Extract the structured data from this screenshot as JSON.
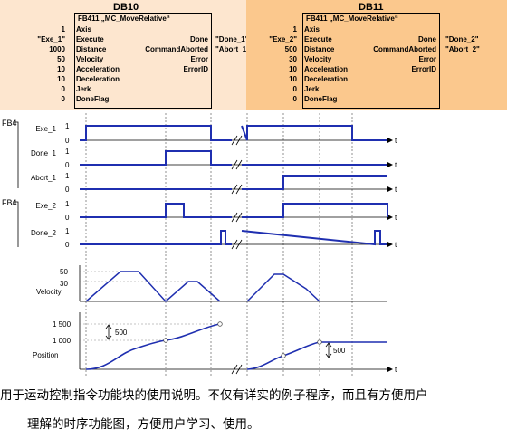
{
  "blocks": [
    {
      "title": "DB10",
      "fb_name": "FB411 „MC_MoveRelative“",
      "inputs": [
        {
          "value": "1",
          "pin": "Axis"
        },
        {
          "value": "\"Exe_1\"",
          "pin": "Execute"
        },
        {
          "value": "1000",
          "pin": "Distance"
        },
        {
          "value": "50",
          "pin": "Velocity"
        },
        {
          "value": "10",
          "pin": "Acceleration"
        },
        {
          "value": "10",
          "pin": "Deceleration"
        },
        {
          "value": "0",
          "pin": "Jerk"
        },
        {
          "value": "0",
          "pin": "DoneFlag"
        }
      ],
      "outputs": [
        {
          "pin": "Done",
          "value": "\"Done_1\""
        },
        {
          "pin": "CommandAborted",
          "value": "\"Abort_1\""
        },
        {
          "pin": "Error",
          "value": ""
        },
        {
          "pin": "ErrorID",
          "value": ""
        }
      ]
    },
    {
      "title": "DB11",
      "fb_name": "FB411 „MC_MoveRelative“",
      "inputs": [
        {
          "value": "1",
          "pin": "Axis"
        },
        {
          "value": "\"Exe_2\"",
          "pin": "Execute"
        },
        {
          "value": "500",
          "pin": "Distance"
        },
        {
          "value": "30",
          "pin": "Velocity"
        },
        {
          "value": "10",
          "pin": "Acceleration"
        },
        {
          "value": "10",
          "pin": "Deceleration"
        },
        {
          "value": "0",
          "pin": "Jerk"
        },
        {
          "value": "0",
          "pin": "DoneFlag"
        }
      ],
      "outputs": [
        {
          "pin": "Done",
          "value": "\"Done_2\""
        },
        {
          "pin": "CommandAborted",
          "value": "\"Abort_2\""
        },
        {
          "pin": "Error",
          "value": ""
        },
        {
          "pin": "ErrorID",
          "value": ""
        }
      ]
    }
  ],
  "timing": {
    "group_labels": [
      "FB4",
      "FB4"
    ],
    "axis_symbol": "t",
    "signals": [
      {
        "label": "Exe_1",
        "hi": "1",
        "lo": "0"
      },
      {
        "label": "Done_1",
        "hi": "1",
        "lo": "0"
      },
      {
        "label": "Abort_1",
        "hi": "1",
        "lo": "0"
      },
      {
        "label": "Exe_2",
        "hi": "1",
        "lo": "0"
      },
      {
        "label": "Done_2",
        "hi": "1",
        "lo": "0"
      }
    ],
    "velocity": {
      "label": "Velocity",
      "ticks": [
        "50",
        "30"
      ]
    },
    "position": {
      "label": "Position",
      "ticks": [
        "1 500",
        "1 000"
      ],
      "notes": [
        "500",
        "500"
      ]
    }
  },
  "caption": {
    "line1": "用于运动控制指令功能块的使用说明。不仅有详实的例子程序，而且有方便用户",
    "line2": "理解的时序功能图，方便用户学习、使用。"
  },
  "colors": {
    "trace": "#1f2fb0",
    "panel_left": "#fde6cf",
    "panel_right": "#fbc88d"
  }
}
